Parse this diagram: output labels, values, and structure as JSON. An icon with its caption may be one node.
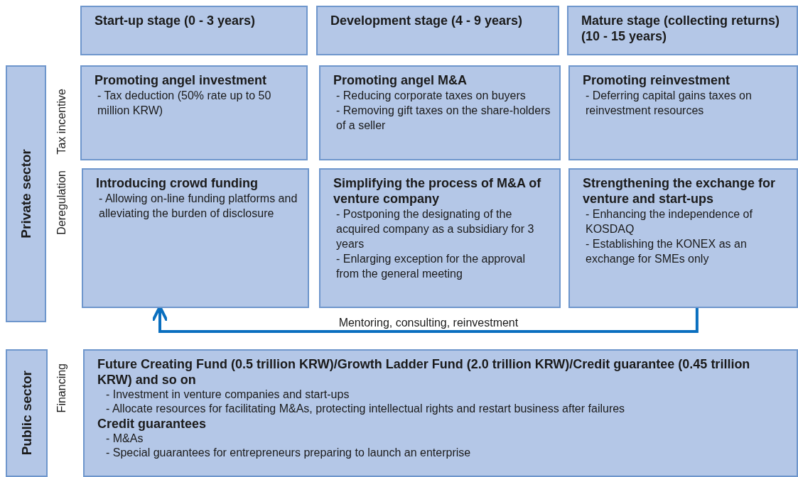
{
  "diagram": {
    "nodes": [
      {
        "text": [
          "Start-up stage (0 - 3 years)"
        ]
      },
      {
        "text": [
          "Development stage (4 - 9 years)"
        ]
      },
      {
        "text": [
          "Mature stage (collecting returns) (10 - 15 years)"
        ]
      },
      {
        "text": [
          "Private sector"
        ]
      },
      {
        "text": [
          "Promoting angel investment",
          "- Tax deduction (50% rate up to 50 million KRW)"
        ]
      },
      {
        "text": [
          "Promoting angel M&A",
          "- Reducing corporate taxes on buyers",
          "- Removing gift taxes on the share-holders of a seller"
        ]
      },
      {
        "text": [
          "Promoting reinvestment",
          "- Deferring capital gains taxes on reinvestment resources"
        ]
      },
      {
        "text": [
          "Introducing crowd funding",
          "- Allowing on-line funding platforms and alleviating the burden of disclosure"
        ]
      },
      {
        "text": [
          "Simplifying the process of M&A of venture company",
          "- Postponing the designating of the acquired company as a subsidiary for 3 years",
          "- Enlarging exception for the approval from the general meeting"
        ]
      },
      {
        "text": [
          "Strengthening the exchange for venture and start-ups",
          "- Enhancing the independence of KOSDAQ",
          "- Establishing the KONEX as an exchange for SMEs only"
        ]
      },
      {
        "text": [
          "Public sector"
        ]
      },
      {
        "text": [
          "Future Creating Fund (0.5 trillion KRW)/Growth Ladder Fund (2.0 trillion KRW)/Credit guarantee (0.45 trillion KRW) and so on",
          "- Investment in venture companies and start-ups",
          "- Allocate resources for facilitating M&As, protecting intellectual rights and restart business after failures",
          "Credit guarantees",
          "- M&As",
          "- Special guarantees for entrepreneurs preparing to launch an enterprise"
        ]
      }
    ],
    "edges": [
      {
        "from": 9,
        "to": 7,
        "arrow": "to",
        "label": "Mentoring, consulting, reinvestment"
      }
    ],
    "labels": [
      "Tax incentive",
      "Deregulation",
      "Financing"
    ]
  }
}
